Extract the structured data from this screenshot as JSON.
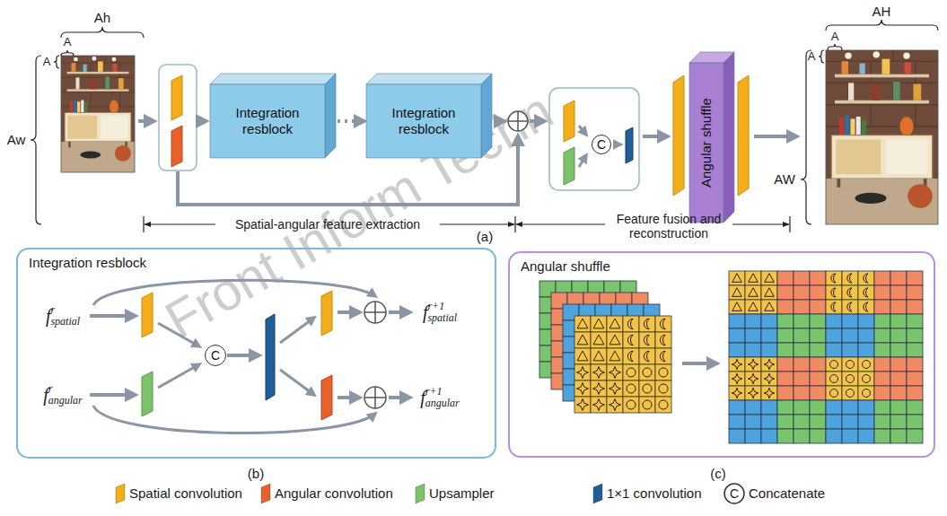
{
  "diagram": {
    "nodes": [
      {
        "text": [
          "Integration resblock"
        ]
      },
      {
        "text": [
          "Integration resblock"
        ]
      },
      {
        "text": [
          "C"
        ]
      },
      {
        "text": [
          "Angular shuffle"
        ]
      },
      {
        "text": [
          "Integration resblock"
        ]
      },
      {
        "text": [
          "C"
        ],
        "in": 4
      },
      {
        "text": [
          "Angular shuffle"
        ]
      }
    ],
    "edges": [
      {
        "from": 0,
        "to": 1,
        "arrow": "to"
      }
    ],
    "labels": [
      "Ah",
      "A",
      "A",
      "Aw",
      "AH",
      "A",
      "A",
      "AW",
      "Spatial-angular feature extraction",
      "Feature fusion and reconstruction",
      "(a)",
      "f",
      "r",
      "spatial",
      "f",
      "r",
      "angular",
      "f",
      "r+1",
      "spatial",
      "f",
      "r+1",
      "angular",
      "(b)",
      "(c)",
      "Front Inform Techn",
      "C"
    ],
    "legend": [
      {
        "text": "Spatial convolution",
        "color": "#f4ae1a"
      },
      {
        "text": "Angular convolution",
        "color": "#e8602c"
      },
      {
        "text": "Upsampler",
        "color": "#7bc26a"
      },
      {
        "text": "1×1 convolution",
        "color": "#1f5f9c"
      },
      {
        "text": "Concatenate"
      }
    ]
  }
}
